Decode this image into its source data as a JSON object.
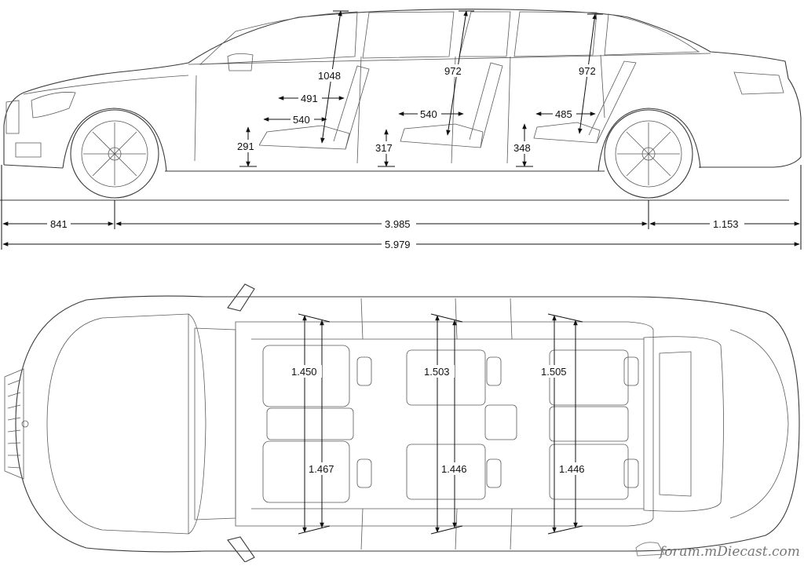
{
  "side_view": {
    "heights": [
      "1048",
      "972",
      "972"
    ],
    "legroom": [
      "491",
      "540",
      "540",
      "485"
    ],
    "seat_heights": [
      "291",
      "317",
      "348"
    ],
    "overall": {
      "front_overhang": "841",
      "wheelbase": "3.985",
      "rear_overhang": "1.153",
      "total_length": "5.979"
    }
  },
  "top_view": {
    "widths_upper": [
      "1.450",
      "1.503",
      "1.505"
    ],
    "widths_lower": [
      "1.467",
      "1.446",
      "1.446"
    ]
  },
  "watermark": "forum.mDiecast.com",
  "colors": {
    "line": "#3a3a3a",
    "dimension": "#111111",
    "background": "#ffffff"
  }
}
